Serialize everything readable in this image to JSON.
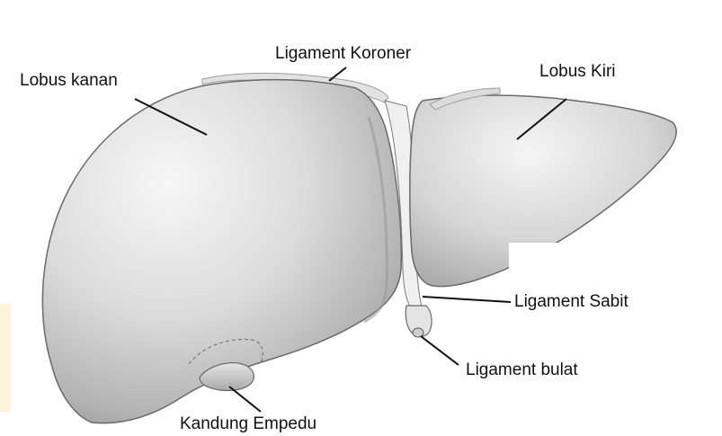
{
  "labels": {
    "right_lobe": "Lobus kanan",
    "coronary_ligament": "Ligament Koroner",
    "left_lobe": "Lobus Kiri",
    "falciform_ligament": "Ligament Sabit",
    "round_ligament": "Ligament bulat",
    "gallbladder": "Kandung Empedu"
  },
  "colors": {
    "lobe_light": "#f4f4f4",
    "lobe_mid": "#cfcfcf",
    "lobe_dark": "#8e8e8e",
    "outline": "#5a5a5a",
    "leader_line": "#111111"
  }
}
